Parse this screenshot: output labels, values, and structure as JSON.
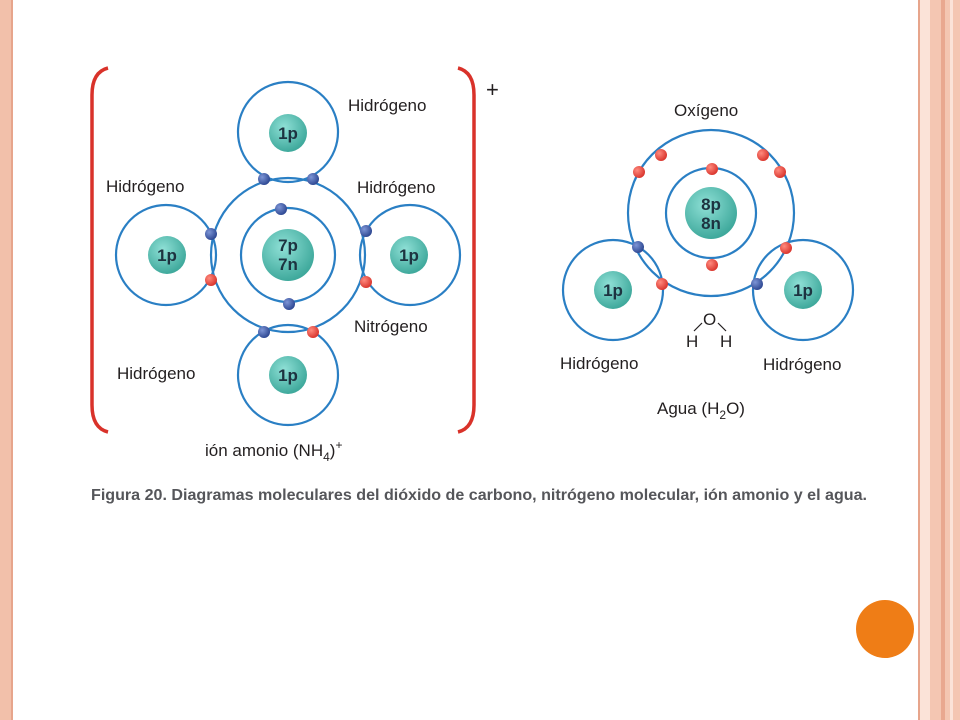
{
  "labels": {
    "h_top": "Hidrógeno",
    "h_left": "Hidrógeno",
    "h_right": "Hidrógeno",
    "h_bottom": "Hidrógeno",
    "nitrogen": "Nitrógeno",
    "ammonium_main": "ión amonio (NH",
    "ammonium_sub": "4",
    "ammonium_close": ")",
    "ammonium_charge": "+",
    "bracket_charge": "+",
    "oxygen": "Oxígeno",
    "water_h_left": "Hidrógeno",
    "water_h_right": "Hidrógeno",
    "water_main": "Agua (H",
    "water_sub": "2",
    "water_close": "O)",
    "formula_o": "O",
    "formula_h_left": "H",
    "formula_h_right": "H"
  },
  "nuclei": {
    "h_top": "1p",
    "h_left": "1p",
    "h_right": "1p",
    "h_bottom": "1p",
    "nitrogen_p": "7p",
    "nitrogen_n": "7n",
    "oxygen_p": "8p",
    "oxygen_n": "8n",
    "water_h_left": "1p",
    "water_h_right": "1p"
  },
  "caption": "Figura 20. Diagramas moleculares del dióxido de carbono, nitrógeno molecular, ión amonio y el agua.",
  "colors": {
    "orbit": "#2a7fc4",
    "nucleus": "#5ec3b7",
    "electron_blue": "#3a5aa8",
    "electron_red": "#e8463a",
    "bracket": "#d9322a",
    "accent": "#ef7d16"
  }
}
